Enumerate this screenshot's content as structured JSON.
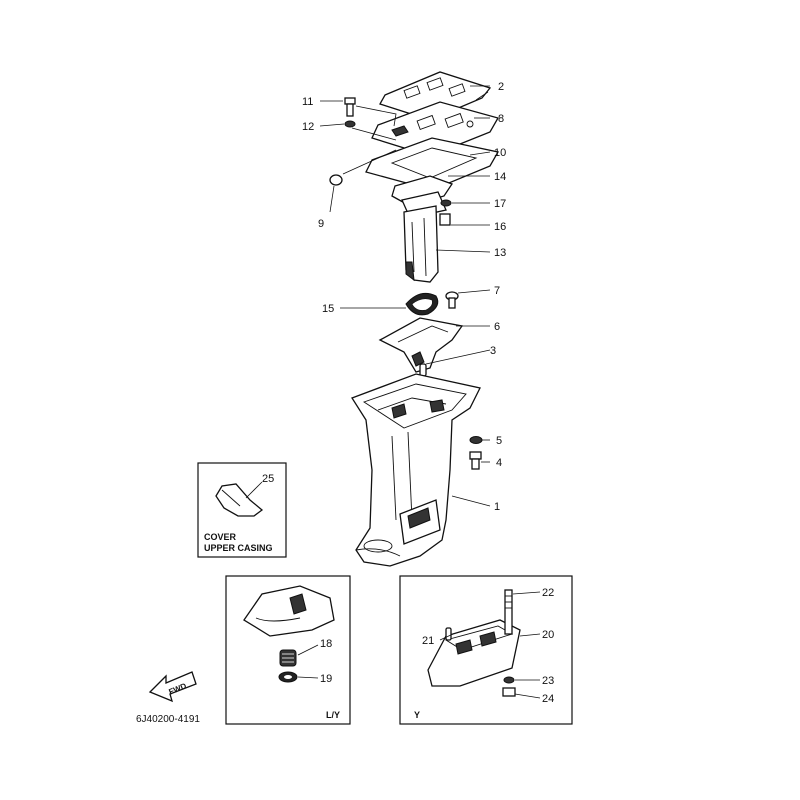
{
  "callouts": [
    {
      "id": "1",
      "label": "1"
    },
    {
      "id": "2",
      "label": "2"
    },
    {
      "id": "3",
      "label": "3"
    },
    {
      "id": "4",
      "label": "4"
    },
    {
      "id": "5",
      "label": "5"
    },
    {
      "id": "6",
      "label": "6"
    },
    {
      "id": "7",
      "label": "7"
    },
    {
      "id": "8",
      "label": "8"
    },
    {
      "id": "9",
      "label": "9"
    },
    {
      "id": "10",
      "label": "10"
    },
    {
      "id": "11",
      "label": "11"
    },
    {
      "id": "12",
      "label": "12"
    },
    {
      "id": "13",
      "label": "13"
    },
    {
      "id": "14",
      "label": "14"
    },
    {
      "id": "15",
      "label": "15"
    },
    {
      "id": "16",
      "label": "16"
    },
    {
      "id": "17",
      "label": "17"
    },
    {
      "id": "18",
      "label": "18"
    },
    {
      "id": "19",
      "label": "19"
    },
    {
      "id": "20",
      "label": "20"
    },
    {
      "id": "21",
      "label": "21"
    },
    {
      "id": "22",
      "label": "22"
    },
    {
      "id": "23",
      "label": "23"
    },
    {
      "id": "24",
      "label": "24"
    },
    {
      "id": "25",
      "label": "25"
    }
  ],
  "inset_cover": {
    "line1": "COVER",
    "line2": "UPPER CASING"
  },
  "inset_ly": {
    "tag": "L/Y"
  },
  "inset_y": {
    "tag": "Y"
  },
  "fwd_label": "FWD",
  "diagram_code": "6J40200-4191"
}
